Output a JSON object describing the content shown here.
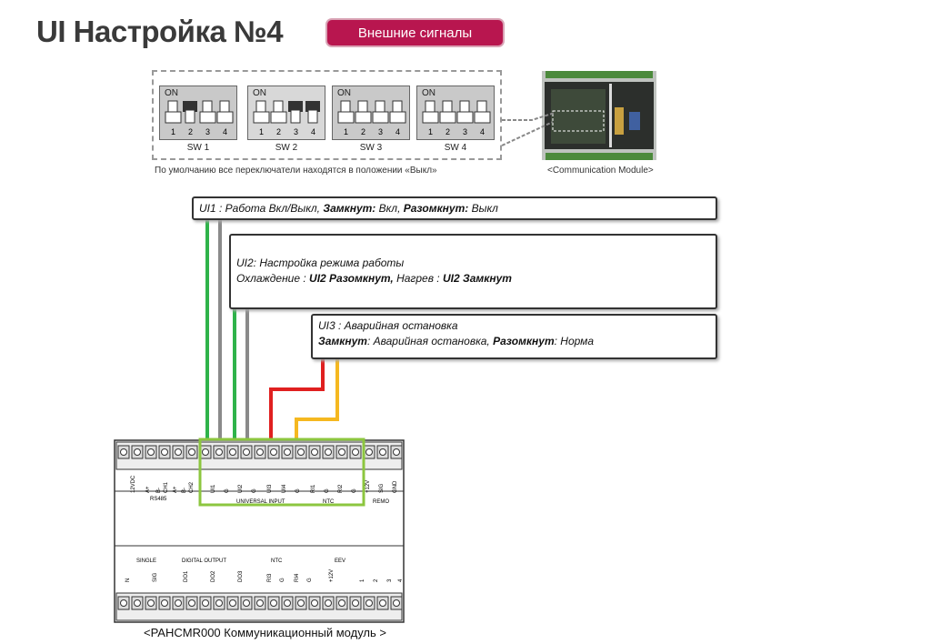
{
  "header": {
    "title": "UI Настройка №4",
    "badge": "Внешние сигналы",
    "badge_color": "#b8164f"
  },
  "dip": {
    "switches": [
      {
        "name": "SW 1",
        "on_label": "ON",
        "positions": [
          "off",
          "on",
          "off",
          "off"
        ]
      },
      {
        "name": "SW 2",
        "on_label": "ON",
        "positions": [
          "off",
          "off",
          "on",
          "on"
        ]
      },
      {
        "name": "SW 3",
        "on_label": "ON",
        "positions": [
          "off",
          "off",
          "off",
          "off"
        ]
      },
      {
        "name": "SW 4",
        "on_label": "ON",
        "positions": [
          "off",
          "off",
          "off",
          "off"
        ]
      }
    ],
    "numbers": [
      "1",
      "2",
      "3",
      "4"
    ],
    "caption": "По умолчанию все переключатели находятся в положении «Выкл»"
  },
  "photo": {
    "caption": "<Communication Module>"
  },
  "boxes": {
    "ui1": {
      "a": "UI1 : Работа Вкл/Выкл, ",
      "b": "Замкнут:",
      "c": " Вкл, ",
      "d": "Разомкнут:",
      "e": " Выкл"
    },
    "ui2": {
      "line1": "UI2: Настройка режима работы",
      "a": "Охлаждение : ",
      "b": "UI2 Разомкнут,",
      "c": " Нагрев : ",
      "d": "UI2 Замкнут"
    },
    "ui3": {
      "line1": "UI3 : Аварийная остановка",
      "a": "Замкнут",
      "b": ": Аварийная остановка, ",
      "c": "Разомкнут",
      "d": ": Норма"
    }
  },
  "module": {
    "caption": "<PAHCMR000 Коммуникационный модуль >",
    "top_groups": [
      "RS485",
      "UNIVERSAL INPUT",
      "NTC",
      "REMO"
    ],
    "top_labels": [
      "12VDC",
      "A+",
      "B-",
      "CH1",
      "A+",
      "B-",
      "CH2",
      "UI1",
      "G",
      "UI2",
      "G",
      "UI3",
      "UI4",
      "G",
      "RI1",
      "G",
      "RI2",
      "G",
      "+12V",
      "SIG",
      "GND"
    ],
    "bottom_groups": [
      "SINGLE",
      "DIGITAL OUTPUT",
      "NTC",
      "EEV"
    ],
    "bottom_labels": [
      "N",
      "SIG",
      "DO1",
      "DO2",
      "DO3",
      "RI3",
      "G",
      "RI4",
      "G",
      "+12V",
      "1",
      "2",
      "3",
      "4"
    ]
  },
  "wires": {
    "green": "#2fb34a",
    "gray": "#8a8a8a",
    "red": "#e02020",
    "yellow": "#f5b820",
    "highlight": "#8cc63f"
  }
}
